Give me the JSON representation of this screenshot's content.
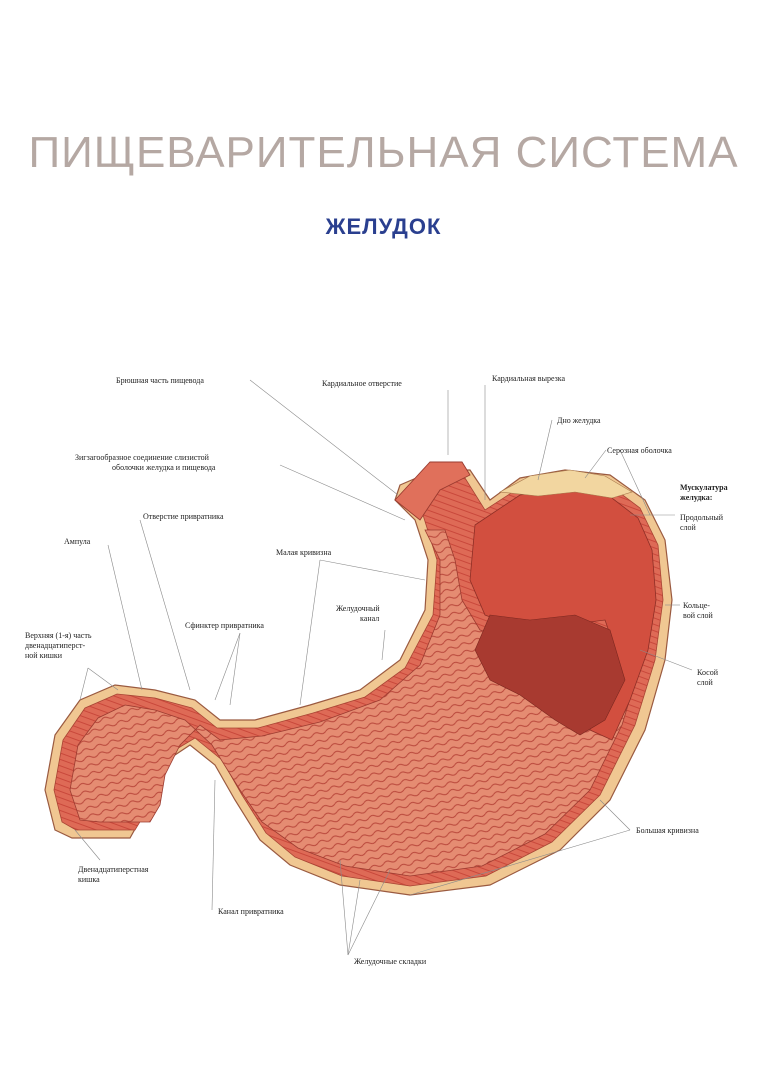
{
  "title": "ПИЩЕВАРИТЕЛЬНАЯ СИСТЕМА",
  "subtitle": "ЖЕЛУДОК",
  "labels": {
    "abdominal_esophagus": "Брюшная часть пищевода",
    "cardiac_orifice": "Кардиальное отверстие",
    "cardiac_notch": "Кардиальная вырезка",
    "fundus": "Дно желудка",
    "serosa": "Серозная оболочка",
    "zline_1": "Зигзагообразное соединение слизистой",
    "zline_2": "оболочки желудка и пищевода",
    "muscularis_1": "Мускулатура",
    "muscularis_2": "желудка:",
    "longitudinal_1": "Продольный",
    "longitudinal_2": "слой",
    "pyloric_orifice": "Отверстие привратника",
    "ampulla": "Ампула",
    "lesser_curvature": "Малая кривизна",
    "gastric_canal_1": "Желудочный",
    "gastric_canal_2": "канал",
    "circular_1": "Кольце-",
    "circular_2": "вой слой",
    "duodenum_upper_1": "Верхняя (1-я) часть",
    "duodenum_upper_2": "двенадцатиперст-",
    "duodenum_upper_3": "ной кишки",
    "pyloric_sphincter": "Сфинктер привратника",
    "oblique_1": "Косой",
    "oblique_2": "слой",
    "greater_curvature": "Большая кривизна",
    "duodenum_1": "Двенадцатиперстная",
    "duodenum_2": "кишка",
    "pyloric_canal": "Канал привратника",
    "gastric_folds": "Желудочные складки"
  },
  "colors": {
    "title": "#b5a8a3",
    "subtitle": "#2a3f8f",
    "muscle": "#d9604d",
    "mucosa": "#e8937a",
    "serosa": "#f2d6a0"
  }
}
